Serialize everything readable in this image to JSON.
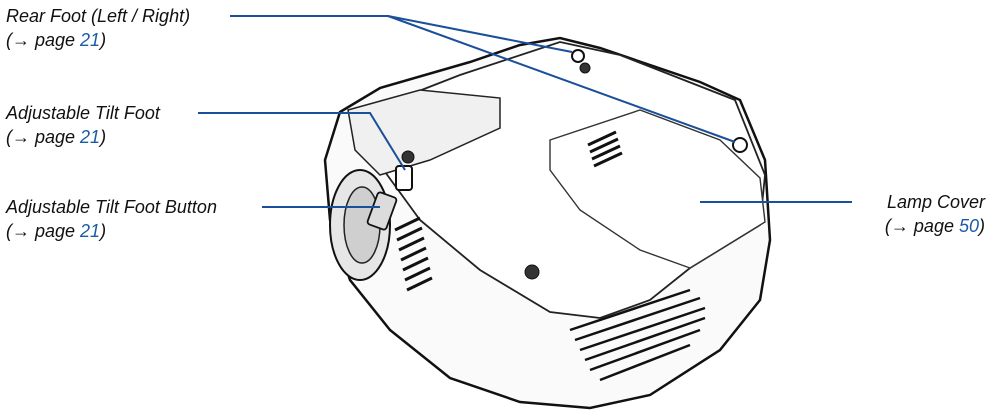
{
  "callouts": [
    {
      "name": "Rear Foot (Left / Right)",
      "ref_prefix": "(→ page ",
      "page": "21",
      "ref_suffix": ")"
    },
    {
      "name": "Adjustable Tilt Foot",
      "ref_prefix": "(→ page ",
      "page": "21",
      "ref_suffix": ")"
    },
    {
      "name": "Adjustable Tilt Foot Button",
      "ref_prefix": "(→ page ",
      "page": "21",
      "ref_suffix": ")"
    },
    {
      "name": "Lamp Cover",
      "ref_prefix": "(→ page ",
      "page": "50",
      "ref_suffix": ")"
    }
  ],
  "colors": {
    "leader_line": "#1a4f99",
    "page_link": "#1a5aa6",
    "text": "#111111",
    "outline": "#111111"
  }
}
